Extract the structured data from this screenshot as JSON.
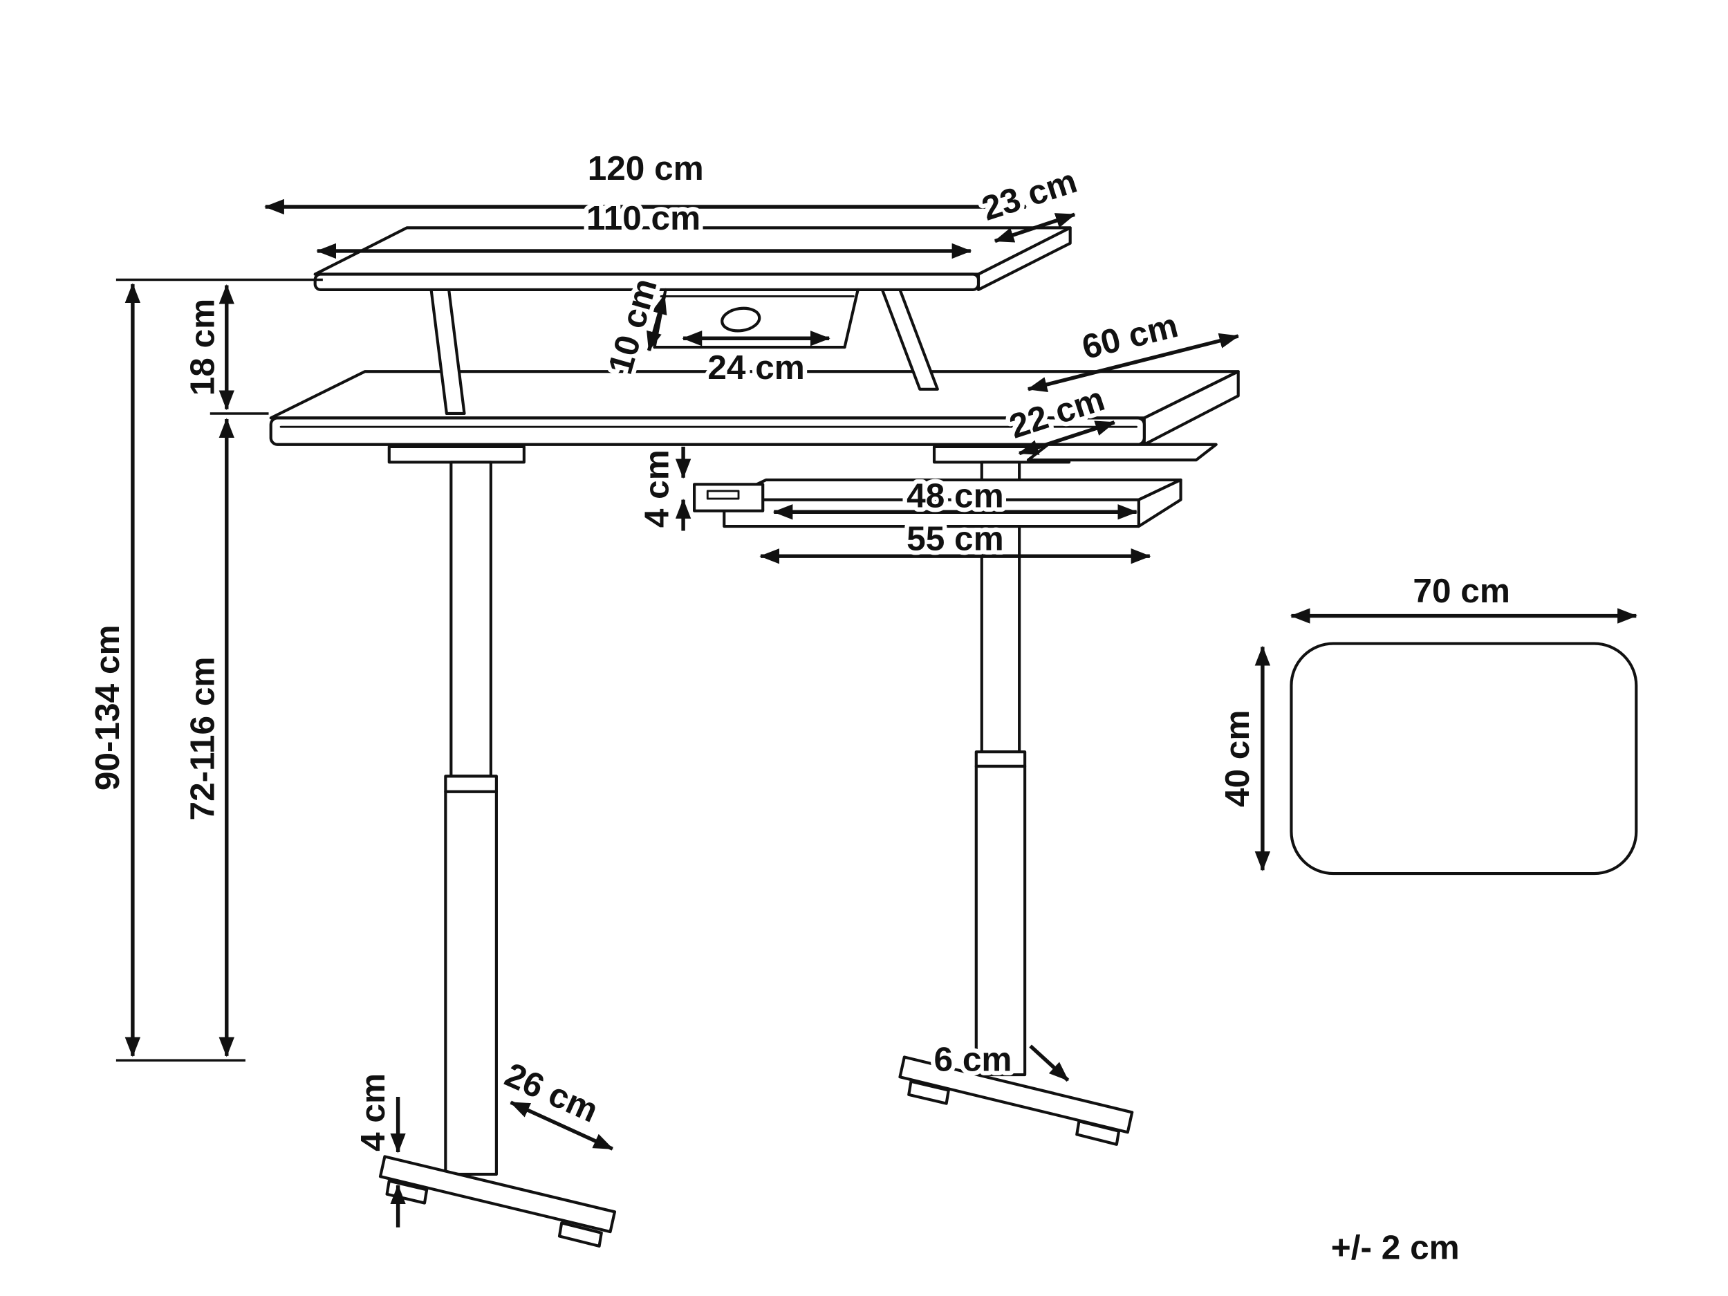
{
  "diagram": {
    "kind": "product-dimension-line-drawing",
    "colors": {
      "ink": "#111111",
      "background": "#ffffff"
    }
  },
  "labels": {
    "overall_width": "120 cm",
    "shelf_width": "110 cm",
    "shelf_depth": "23 cm",
    "shelf_height": "18 cm",
    "overall_height_range": "90-134 cm",
    "desk_height_range": "72-116 cm",
    "cable_tray_height": "10 cm",
    "cable_tray_width": "24 cm",
    "desktop_depth": "60 cm",
    "keyboard_tray_depth": "22 cm",
    "keyboard_tray_thickness": "4 cm",
    "keyboard_tray_inner_width": "48 cm",
    "keyboard_tray_width": "55 cm",
    "panel_width": "70 cm",
    "panel_depth": "40 cm",
    "foot_height": "4 cm",
    "foot_length": "26 cm",
    "foot_width": "6 cm",
    "tolerance": "+/- 2 cm"
  }
}
